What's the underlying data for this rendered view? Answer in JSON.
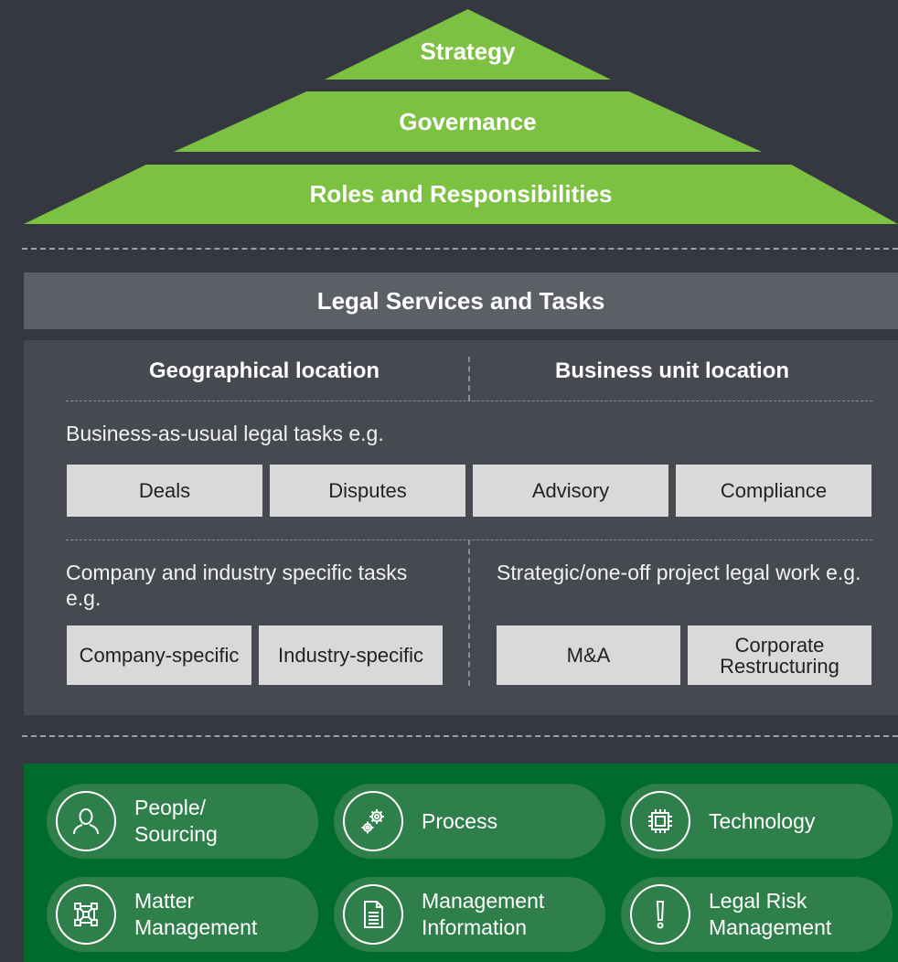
{
  "pyramid": {
    "top": "Strategy",
    "middle": "Governance",
    "bottom": "Roles and Responsibilities"
  },
  "services": {
    "title": "Legal Services and Tasks",
    "col_left": "Geographical location",
    "col_right": "Business unit location",
    "bau_label": "Business-as-usual legal tasks e.g.",
    "bau_tiles": [
      "Deals",
      "Disputes",
      "Advisory",
      "Compliance"
    ],
    "company_label": "Company and industry specific tasks e.g.",
    "company_tiles": [
      "Company-specific",
      "Industry-specific"
    ],
    "strategic_label": "Strategic/one-off project legal work e.g.",
    "strategic_tiles": [
      "M&A",
      "Corporate Restructuring"
    ]
  },
  "enablers": [
    {
      "label": "People/\nSourcing",
      "icon": "person-icon"
    },
    {
      "label": "Process",
      "icon": "gears-icon"
    },
    {
      "label": "Technology",
      "icon": "chip-icon"
    },
    {
      "label": "Matter\nManagement",
      "icon": "network-icon"
    },
    {
      "label": "Management\nInformation",
      "icon": "document-icon"
    },
    {
      "label": "Legal Risk\nManagement",
      "icon": "exclamation-icon"
    }
  ],
  "colors": {
    "background": "#353840",
    "pyramid_green": "#7dc142",
    "header_grey": "#5c5f66",
    "panel_grey": "#46494f",
    "tile_grey": "#d9d9d9",
    "enabler_green": "#006b2e",
    "pill_green": "#2f7f4b"
  }
}
